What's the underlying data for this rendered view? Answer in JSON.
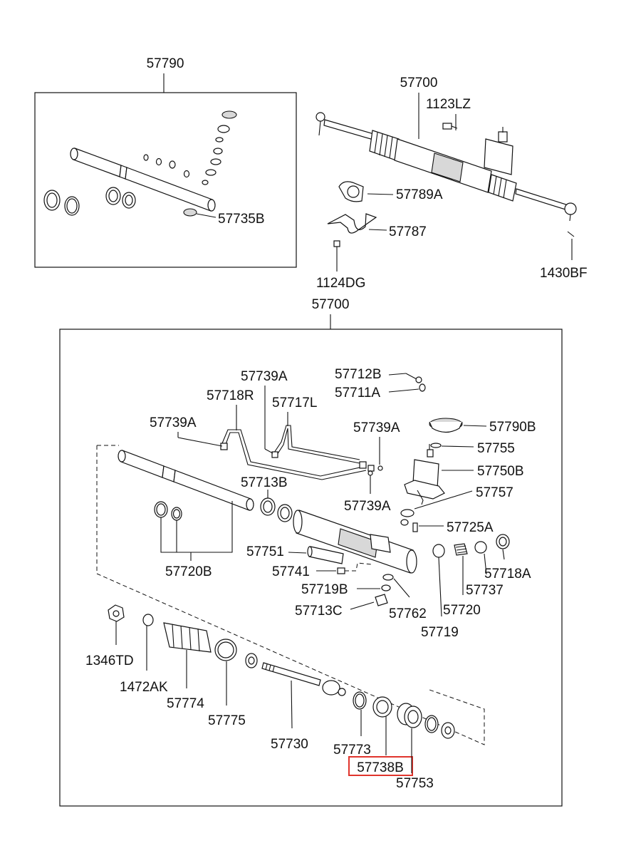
{
  "labels": {
    "p57790": "57790",
    "p57735B": "57735B",
    "p57700_top": "57700",
    "p1123LZ": "1123LZ",
    "p57789A": "57789A",
    "p57787": "57787",
    "p1124DG": "1124DG",
    "p1430BF": "1430BF",
    "p57700_main": "57700",
    "p57739A_1": "57739A",
    "p57712B": "57712B",
    "p57711A": "57711A",
    "p57718R": "57718R",
    "p57717L": "57717L",
    "p57739A_2": "57739A",
    "p57739A_3": "57739A",
    "p57790B": "57790B",
    "p57755": "57755",
    "p57750B": "57750B",
    "p57713B": "57713B",
    "p57739A_4": "57739A",
    "p57757": "57757",
    "p57725A": "57725A",
    "p57751": "57751",
    "p57720B": "57720B",
    "p57741": "57741",
    "p57718A": "57718A",
    "p57737": "57737",
    "p57719B": "57719B",
    "p57720": "57720",
    "p57762": "57762",
    "p57713C": "57713C",
    "p57719": "57719",
    "p1346TD": "1346TD",
    "p1472AK": "1472AK",
    "p57774": "57774",
    "p57775": "57775",
    "p57730": "57730",
    "p57773": "57773",
    "p57738B": "57738B",
    "p57753": "57753"
  },
  "highlight": {
    "part": "57738B",
    "color": "#e0342c"
  }
}
